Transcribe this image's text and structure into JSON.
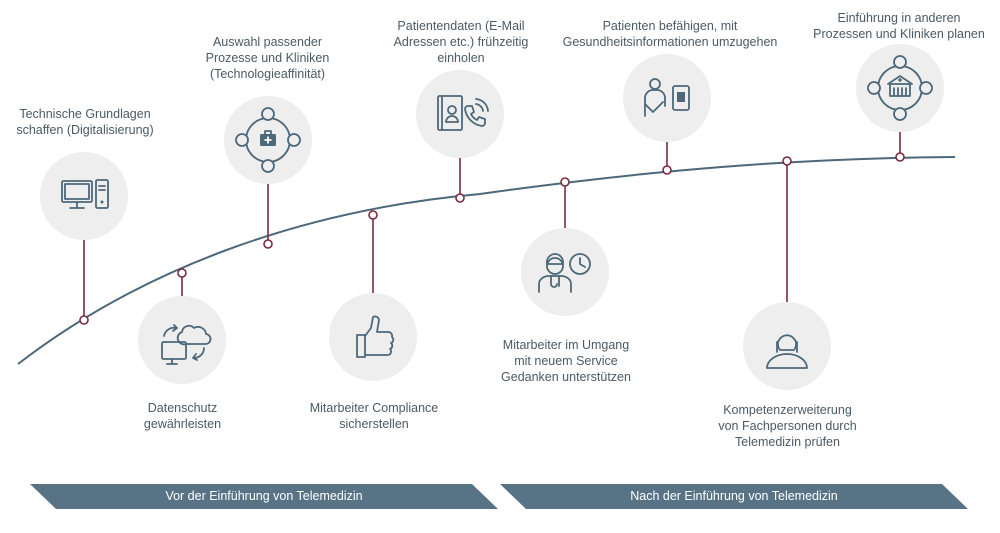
{
  "colors": {
    "curve": "#4d6879",
    "connector": "#7a2a3e",
    "circle_fill": "#eeeeee",
    "icon": "#4d6879",
    "text": "#4a5a66",
    "banner": "#587386"
  },
  "steps": [
    {
      "icon": "computer-icon",
      "lines": [
        "Technische Grundlagen",
        "schaffen (Digitalisierung)"
      ]
    },
    {
      "icon": "cloud-sync-icon",
      "lines": [
        "Datenschutz",
        "gewährleisten"
      ]
    },
    {
      "icon": "process-medical-case-icon",
      "lines": [
        "Auswahl passender",
        "Prozesse und Kliniken",
        "(Technologieaffinität)"
      ]
    },
    {
      "icon": "thumbs-up-icon",
      "lines": [
        "Mitarbeiter Compliance",
        "sicherstellen"
      ]
    },
    {
      "icon": "contact-book-phone-icon",
      "lines": [
        "Patientendaten (E-Mail",
        "Adressen etc.) frühzeitig",
        "einholen"
      ]
    },
    {
      "icon": "doctor-clock-icon",
      "lines": [
        "Mitarbeiter im Umgang",
        "mit neuem Service",
        "Gedanken unterstützen"
      ]
    },
    {
      "icon": "patient-tablet-icon",
      "lines": [
        "Patienten befähigen, mit",
        "Gesundheitsinformationen umzugehen"
      ]
    },
    {
      "icon": "person-female-icon",
      "lines": [
        "Kompetenzerweiterung",
        "von Fachpersonen durch",
        "Telemedizin prüfen"
      ]
    },
    {
      "icon": "process-hospital-icon",
      "lines": [
        "Einführung in anderen",
        "Prozessen und Kliniken planen"
      ]
    }
  ],
  "banners": {
    "before": "Vor der Einführung von Telemedizin",
    "after": "Nach der Einführung von Telemedizin"
  }
}
